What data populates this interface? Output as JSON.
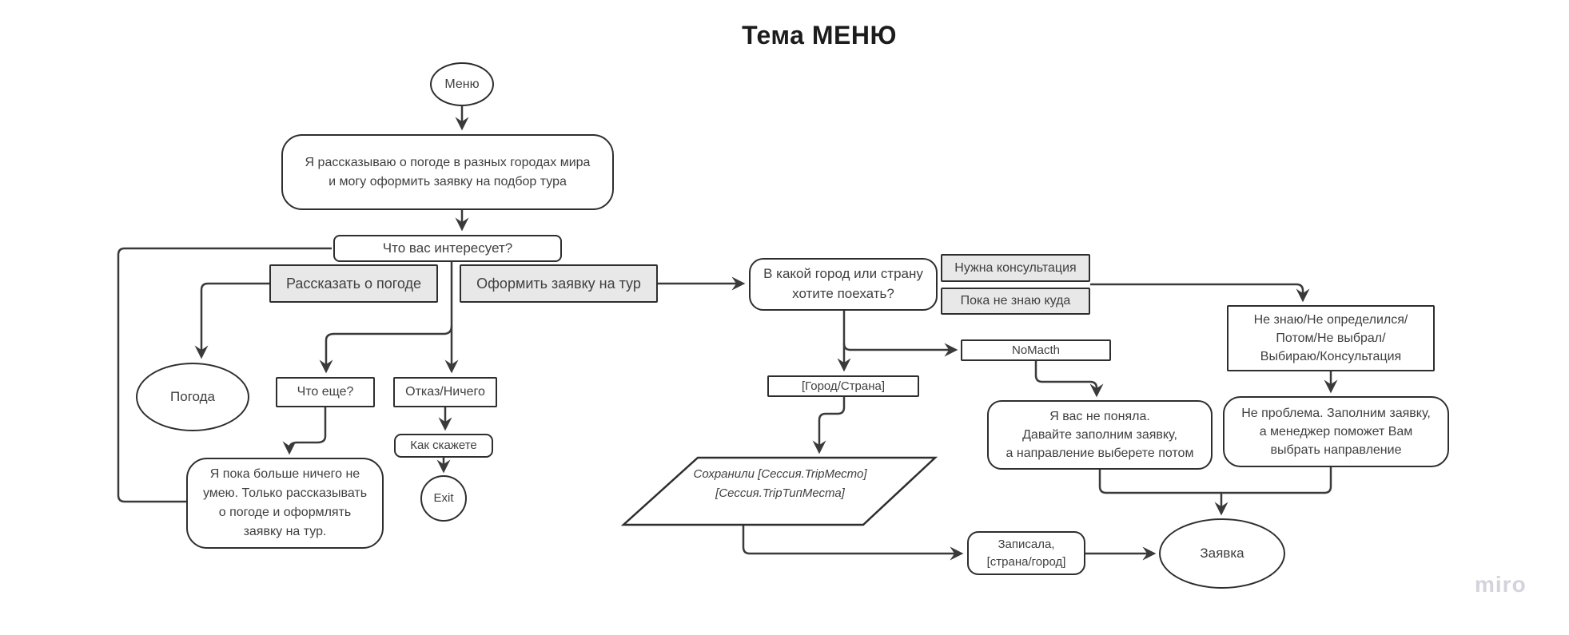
{
  "title": "Тема МЕНЮ",
  "watermark": "miro",
  "colors": {
    "line": "#3a3a3a",
    "border": "#2e2e2e",
    "node_fill": "#ffffff",
    "button_fill": "#e8e8e8",
    "text": "#3f3f3f",
    "watermark": "#d3d3dd"
  },
  "nodes": {
    "menu_start": {
      "label": "Меню"
    },
    "intro": {
      "lines": [
        "Я рассказываю о погоде в разных городах мира",
        "и могу оформить заявку на подбор тура"
      ]
    },
    "interest_question": {
      "label": "Что вас интересует?"
    },
    "btn_weather": {
      "label": "Рассказать о погоде"
    },
    "btn_tour": {
      "label": "Оформить заявку на тур"
    },
    "weather_end": {
      "label": "Погода"
    },
    "what_else": {
      "label": "Что еще?"
    },
    "refuse": {
      "label": "Отказ/Ничего"
    },
    "as_you_say": {
      "label": "Как скажете"
    },
    "exit_end": {
      "label": "Exit"
    },
    "cant_do_more": {
      "lines": [
        "Я пока больше ничего не",
        "умею. Только рассказывать",
        "о погоде и оформлять",
        "заявку на тур."
      ]
    },
    "destination_question": {
      "lines": [
        "В какой город или страну",
        "хотите поехать?"
      ]
    },
    "btn_consult": {
      "label": "Нужна консультация"
    },
    "btn_dontknow": {
      "label": "Пока не знаю куда"
    },
    "nomatch": {
      "label": "NoMacth"
    },
    "city_country": {
      "label": "[Город/Страна]"
    },
    "save_session": {
      "lines": [
        "Сохранили",
        "[Сессия.TripМесто]",
        "[Сессия.TripТипМеста]"
      ]
    },
    "not_understood": {
      "lines": [
        "Я вас не поняла.",
        "Давайте заполним заявку,",
        "а направление выберете потом"
      ]
    },
    "dont_know_variants": {
      "lines": [
        "Не знаю/Не определился/",
        "Потом/Не выбрал/",
        "Выбираю/Консультация"
      ]
    },
    "no_problem": {
      "lines": [
        "Не проблема. Заполним заявку,",
        "а менеджер поможет Вам",
        "выбрать направление"
      ]
    },
    "recorded": {
      "lines": [
        "Записала,",
        "[страна/город]"
      ]
    },
    "request_end": {
      "label": "Заявка"
    }
  }
}
